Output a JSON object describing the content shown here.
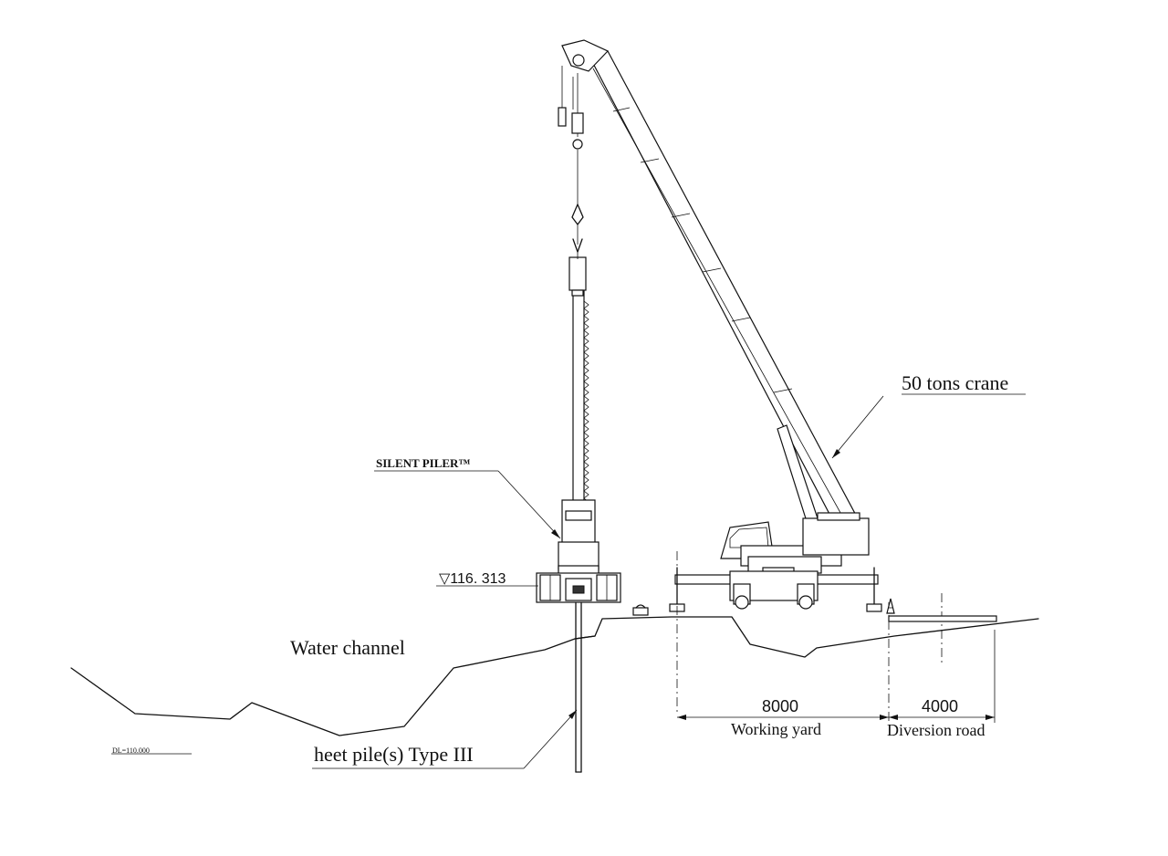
{
  "labels": {
    "crane": "50 tons crane",
    "piler": "SILENT PILER™",
    "level": "▽116. 313",
    "water_channel": "Water channel",
    "sheet_pile": "heet pile(s)  Type III",
    "datum": "DL=110.000"
  },
  "dimensions": {
    "working_yard_value": "8000",
    "working_yard_label": "Working yard",
    "diversion_road_value": "4000",
    "diversion_road_label": "Diversion road"
  }
}
